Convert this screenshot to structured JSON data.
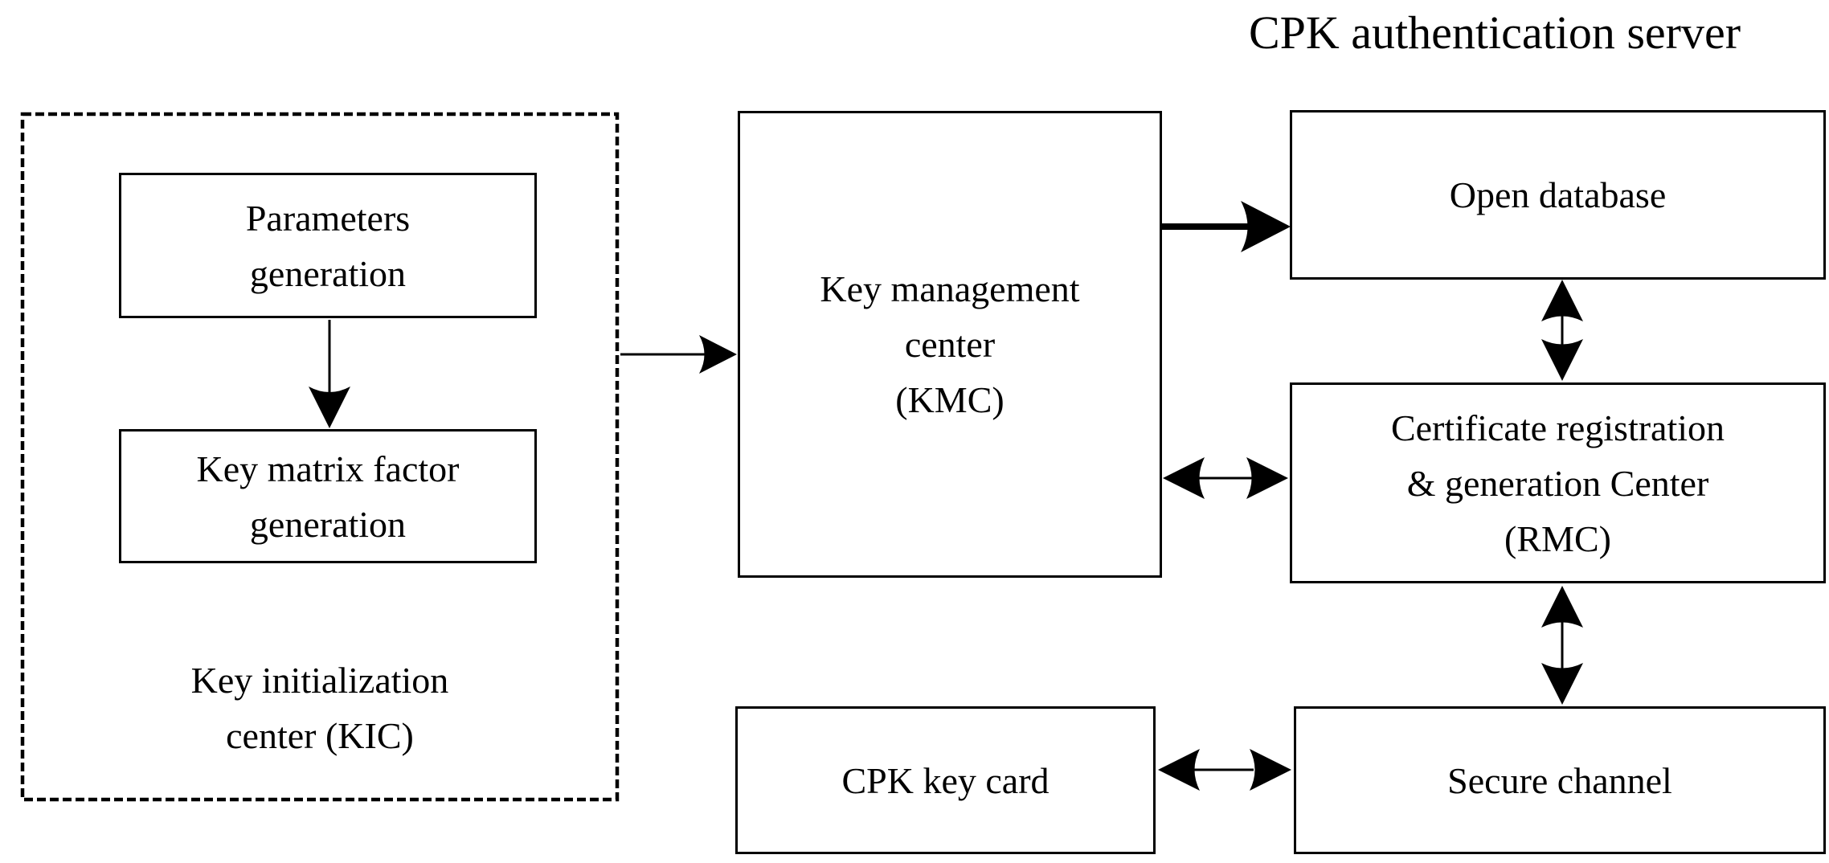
{
  "title": "CPK authentication server",
  "boxes": {
    "kic": {
      "role": "dashed container",
      "lines": [
        "Key initialization",
        "center (KIC)"
      ]
    },
    "parameters": {
      "lines": [
        "Parameters",
        "generation"
      ]
    },
    "key_matrix": {
      "lines": [
        "Key matrix factor",
        "generation"
      ]
    },
    "kmc": {
      "lines": [
        "Key management",
        "center",
        "(KMC)"
      ]
    },
    "open_database": {
      "lines": [
        "Open database"
      ]
    },
    "rmc": {
      "lines": [
        "Certificate registration",
        "& generation Center",
        "(RMC)"
      ]
    },
    "cpk_key_card": {
      "lines": [
        "CPK key card"
      ]
    },
    "secure_channel": {
      "lines": [
        "Secure channel"
      ]
    }
  },
  "connections": [
    {
      "from": "parameters",
      "to": "key_matrix",
      "style": "single-arrow",
      "direction": "down"
    },
    {
      "from": "kic",
      "to": "kmc",
      "style": "single-arrow",
      "direction": "right"
    },
    {
      "from": "kmc",
      "to": "open_database",
      "style": "single-arrow-bold",
      "direction": "right"
    },
    {
      "from": "open_database",
      "to": "rmc",
      "style": "double-arrow",
      "direction": "vertical"
    },
    {
      "from": "kmc",
      "to": "rmc",
      "style": "double-arrow",
      "direction": "horizontal"
    },
    {
      "from": "rmc",
      "to": "secure_channel",
      "style": "double-arrow",
      "direction": "vertical"
    },
    {
      "from": "cpk_key_card",
      "to": "secure_channel",
      "style": "double-arrow",
      "direction": "horizontal"
    }
  ],
  "colors": {
    "line": "#000000",
    "text": "#000000",
    "background": "#ffffff"
  }
}
